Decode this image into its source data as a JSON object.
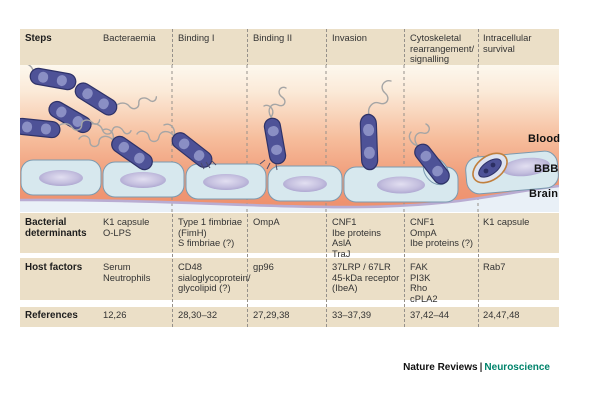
{
  "table": {
    "row_labels": [
      "Steps",
      [
        "Bacterial",
        "determinants"
      ],
      "Host factors",
      "References"
    ],
    "columns": [
      {
        "step": "Bacteraemia",
        "determinants": [
          "K1 capsule",
          "O-LPS"
        ],
        "host_factors": [
          "Serum",
          "Neutrophils"
        ],
        "references": "12,26"
      },
      {
        "step": "Binding I",
        "determinants": [
          "Type 1 fimbriae",
          "(FimH)",
          "S fimbriae (?)"
        ],
        "host_factors": [
          "CD48",
          "sialoglycoprotein/",
          "glycolipid (?)"
        ],
        "references": "28,30–32"
      },
      {
        "step": "Binding II",
        "determinants": [
          "OmpA"
        ],
        "host_factors": [
          "gp96"
        ],
        "references": "27,29,38"
      },
      {
        "step": "Invasion",
        "determinants": [
          "CNF1",
          "Ibe proteins",
          "AslA",
          "TraJ"
        ],
        "host_factors": [
          "37LRP / 67LR",
          "45-kDa receptor",
          "(IbeA)"
        ],
        "references": "33–37,39"
      },
      {
        "step": [
          "Cytoskeletal",
          "rearrangement/",
          "signalling"
        ],
        "determinants": [
          "CNF1",
          "OmpA",
          "Ibe proteins (?)"
        ],
        "host_factors": [
          "FAK",
          "PI3K",
          "Rho",
          "cPLA2"
        ],
        "references": "37,42–44"
      },
      {
        "step": [
          "Intracellular",
          "survival"
        ],
        "determinants": [
          "K1 capsule"
        ],
        "host_factors": [
          "Rab7"
        ],
        "references": "24,47,48"
      }
    ]
  },
  "compartment_labels": {
    "blood": "Blood",
    "bbb": "BBB",
    "brain": "Brain"
  },
  "caption": {
    "journal": "Nature Reviews",
    "separator": "|",
    "subject": "Neuroscience"
  },
  "colors": {
    "band": "#ebdfc7",
    "gradient_top": "#fdf8ee",
    "gradient_bottom": "#ee8f6c",
    "cell_fill": "#d7e8ee",
    "nucleus": "#9c94c6",
    "bacterium": "#4e5297",
    "membrane": "#b9acd2",
    "vacuole_rim": "#c0803e",
    "caption_accent": "#00836b"
  }
}
